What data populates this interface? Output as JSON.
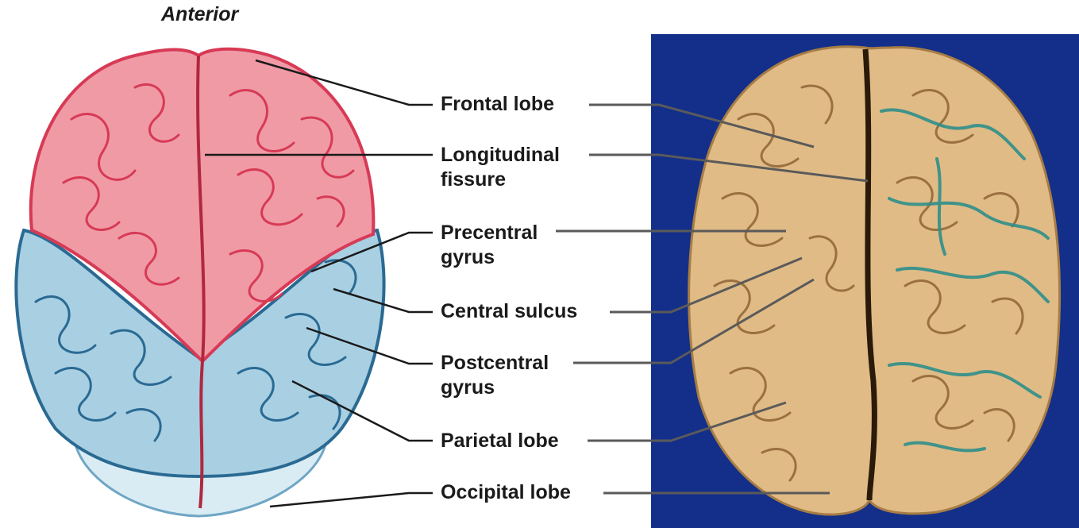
{
  "orientation_label": "Anterior",
  "labels": [
    {
      "key": "frontal",
      "lines": [
        "Frontal lobe"
      ]
    },
    {
      "key": "longitudinal",
      "lines": [
        "Longitudinal",
        "fissure"
      ]
    },
    {
      "key": "precentral",
      "lines": [
        "Precentral",
        "gyrus"
      ]
    },
    {
      "key": "central",
      "lines": [
        "Central sulcus"
      ]
    },
    {
      "key": "postcentral",
      "lines": [
        "Postcentral",
        "gyrus"
      ]
    },
    {
      "key": "parietal",
      "lines": [
        "Parietal lobe"
      ]
    },
    {
      "key": "occipital",
      "lines": [
        "Occipital lobe"
      ]
    }
  ],
  "colors": {
    "frontal_fill": "#f09aa6",
    "frontal_outline": "#d73a55",
    "parietal_fill": "#a9cfe3",
    "parietal_outline": "#2a6a92",
    "occipital_fill": "#d9ecf4",
    "photo_background": "#132f8a",
    "photo_brain": "#e0bb86",
    "photo_vessels": "#2f8f8a",
    "leader_line": "#1a1a1a",
    "photo_leader_line": "#dddddd"
  }
}
